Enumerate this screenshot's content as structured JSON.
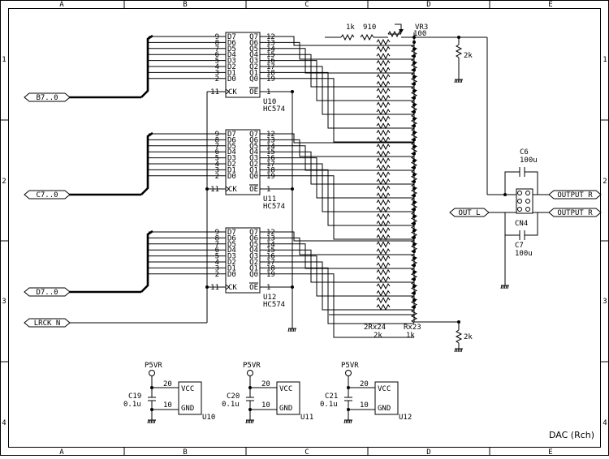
{
  "title_block": "DAC (Rch)",
  "frame": {
    "columns": [
      "A",
      "B",
      "C",
      "D",
      "E"
    ],
    "rows": [
      "1",
      "2",
      "3",
      "4"
    ]
  },
  "ports": {
    "b_bus": "B7..0",
    "c_bus": "C7..0",
    "d_bus": "D7..0",
    "lrck": "LRCK_N",
    "out_l": "OUT_L",
    "output_r_top": "OUTPUT_R",
    "output_r_bottom": "OUTPUT_R"
  },
  "latches": [
    {
      "ref": "U10",
      "part": "HC574"
    },
    {
      "ref": "U11",
      "part": "HC574"
    },
    {
      "ref": "U12",
      "part": "HC574"
    }
  ],
  "latch_pins": {
    "d_names": [
      "D7",
      "D6",
      "D5",
      "D4",
      "D3",
      "D2",
      "D1",
      "D0"
    ],
    "d_nums": [
      "9",
      "8",
      "7",
      "6",
      "5",
      "4",
      "3",
      "2"
    ],
    "q_names": [
      "Q7",
      "Q6",
      "Q5",
      "Q4",
      "Q3",
      "Q2",
      "Q1",
      "Q0"
    ],
    "q_nums": [
      "12",
      "13",
      "14",
      "15",
      "16",
      "17",
      "18",
      "19"
    ],
    "ck": "CK",
    "ck_num": "11",
    "oe": "OE",
    "oe_num": "1"
  },
  "ladder": {
    "r_top_a": "1k",
    "r_top_b": "910",
    "vr": "VR3",
    "vr_value": "100",
    "label_2r": "2Rx24",
    "label_2r_value": "2k",
    "label_r": "Rx23",
    "label_r_value": "1k",
    "r_load_top": "2k",
    "r_load_bottom": "2k"
  },
  "output": {
    "c6": "C6",
    "c6_value": "100u",
    "c7": "C7",
    "c7_value": "100u",
    "connector": "CN4"
  },
  "power": [
    {
      "supply": "P5VR",
      "cap": "C19",
      "cap_value": "0.1u",
      "ref": "U10",
      "vcc_pin": "20",
      "gnd_pin": "10",
      "vcc": "VCC",
      "gnd": "GND"
    },
    {
      "supply": "P5VR",
      "cap": "C20",
      "cap_value": "0.1u",
      "ref": "U11",
      "vcc_pin": "20",
      "gnd_pin": "10",
      "vcc": "VCC",
      "gnd": "GND"
    },
    {
      "supply": "P5VR",
      "cap": "C21",
      "cap_value": "0.1u",
      "ref": "U12",
      "vcc_pin": "20",
      "gnd_pin": "10",
      "vcc": "VCC",
      "gnd": "GND"
    }
  ]
}
